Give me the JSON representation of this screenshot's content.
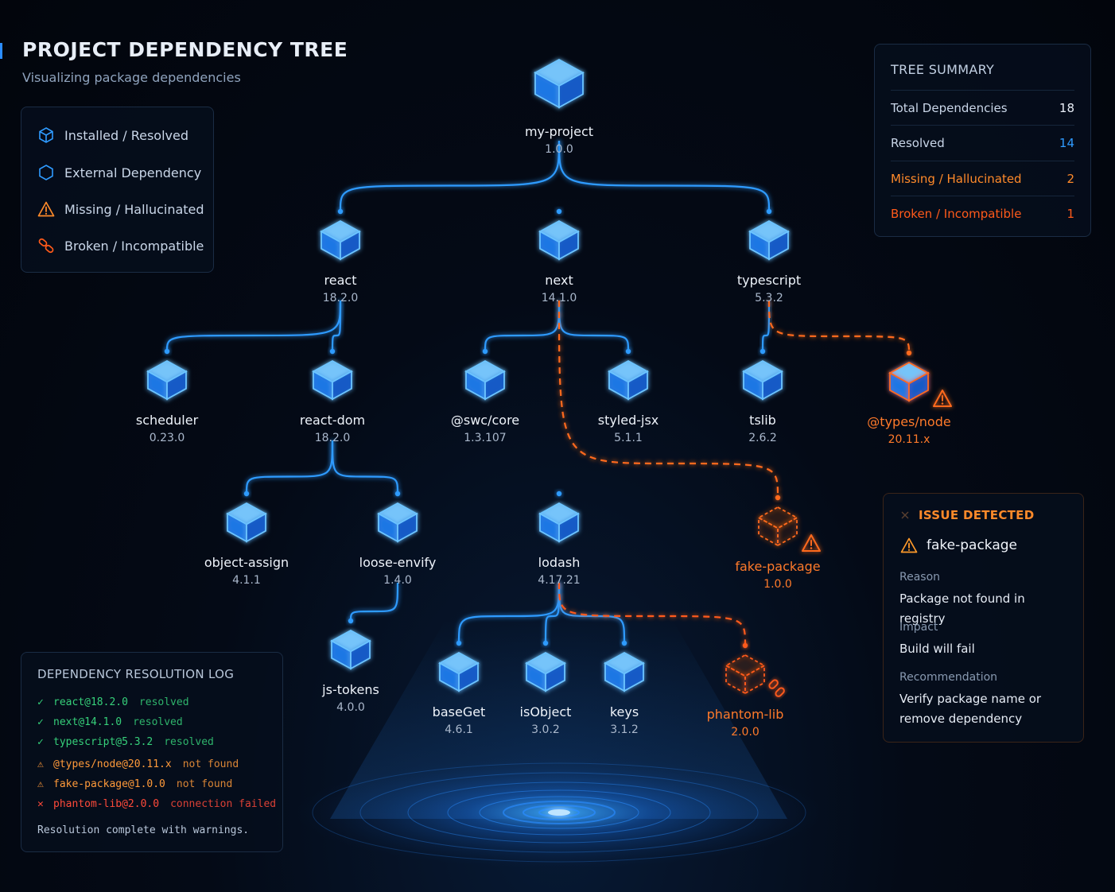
{
  "header": {
    "title": "PROJECT DEPENDENCY TREE",
    "subtitle": "Visualizing package dependencies"
  },
  "legend": {
    "items": [
      {
        "label": "Installed / Resolved",
        "icon": "cube-icon"
      },
      {
        "label": "External Dependency",
        "icon": "hexagon-icon"
      },
      {
        "label": "Missing / Hallucinated",
        "icon": "warning-icon"
      },
      {
        "label": "Broken / Incompatible",
        "icon": "broken-link-icon"
      }
    ]
  },
  "summary": {
    "title": "TREE SUMMARY",
    "rows": [
      {
        "label": "Total Dependencies",
        "value": "18"
      },
      {
        "label": "Resolved",
        "value": "14"
      },
      {
        "label": "Missing / Hallucinated",
        "value": "2"
      },
      {
        "label": "Broken / Incompatible",
        "value": "1"
      }
    ]
  },
  "issue": {
    "title": "ISSUE DETECTED",
    "package": "fake-package",
    "reason_label": "Reason",
    "reason": "Package not found in registry",
    "impact_label": "Impact",
    "impact": "Build will fail",
    "recommendation_label": "Recommendation",
    "recommendation": "Verify package name or remove dependency"
  },
  "log": {
    "title": "DEPENDENCY RESOLUTION LOG",
    "entries": [
      {
        "status": "ok",
        "package": "react@18.2.0",
        "message": "resolved"
      },
      {
        "status": "ok",
        "package": "next@14.1.0",
        "message": "resolved"
      },
      {
        "status": "ok",
        "package": "typescript@5.3.2",
        "message": "resolved"
      },
      {
        "status": "warn",
        "package": "@types/node@20.11.x",
        "message": "not found"
      },
      {
        "status": "warn",
        "package": "fake-package@1.0.0",
        "message": "not found"
      },
      {
        "status": "error",
        "package": "phantom-lib@2.0.0",
        "message": "connection failed"
      }
    ],
    "footer": "Resolution complete with warnings."
  },
  "tree": {
    "nodes": [
      {
        "id": "my-project",
        "name": "my-project",
        "version": "1.0.0",
        "status": "resolved"
      },
      {
        "id": "react",
        "name": "react",
        "version": "18.2.0",
        "status": "resolved"
      },
      {
        "id": "next",
        "name": "next",
        "version": "14.1.0",
        "status": "resolved"
      },
      {
        "id": "typescript",
        "name": "typescript",
        "version": "5.3.2",
        "status": "resolved"
      },
      {
        "id": "scheduler",
        "name": "scheduler",
        "version": "0.23.0",
        "status": "resolved"
      },
      {
        "id": "react-dom",
        "name": "react-dom",
        "version": "18.2.0",
        "status": "resolved"
      },
      {
        "id": "swc-core",
        "name": "@swc/core",
        "version": "1.3.107",
        "status": "resolved"
      },
      {
        "id": "styled-jsx",
        "name": "styled-jsx",
        "version": "5.1.1",
        "status": "resolved"
      },
      {
        "id": "tslib",
        "name": "tslib",
        "version": "2.6.2",
        "status": "resolved"
      },
      {
        "id": "types-node",
        "name": "@types/node",
        "version": "20.11.x",
        "status": "missing"
      },
      {
        "id": "object-assign",
        "name": "object-assign",
        "version": "4.1.1",
        "status": "resolved"
      },
      {
        "id": "loose-envify",
        "name": "loose-envify",
        "version": "1.4.0",
        "status": "resolved"
      },
      {
        "id": "lodash",
        "name": "lodash",
        "version": "4.17.21",
        "status": "resolved"
      },
      {
        "id": "fake-package",
        "name": "fake-package",
        "version": "1.0.0",
        "status": "missing"
      },
      {
        "id": "js-tokens",
        "name": "js-tokens",
        "version": "4.0.0",
        "status": "resolved"
      },
      {
        "id": "baseGet",
        "name": "baseGet",
        "version": "4.6.1",
        "status": "resolved"
      },
      {
        "id": "isObject",
        "name": "isObject",
        "version": "3.0.2",
        "status": "resolved"
      },
      {
        "id": "keys",
        "name": "keys",
        "version": "3.1.2",
        "status": "resolved"
      },
      {
        "id": "phantom-lib",
        "name": "phantom-lib",
        "version": "2.0.0",
        "status": "broken"
      }
    ],
    "edges": [
      {
        "from": "my-project",
        "to": "react",
        "status": "resolved"
      },
      {
        "from": "my-project",
        "to": "next",
        "status": "resolved"
      },
      {
        "from": "my-project",
        "to": "typescript",
        "status": "resolved"
      },
      {
        "from": "react",
        "to": "scheduler",
        "status": "resolved"
      },
      {
        "from": "react",
        "to": "react-dom",
        "status": "resolved"
      },
      {
        "from": "next",
        "to": "swc-core",
        "status": "resolved"
      },
      {
        "from": "next",
        "to": "styled-jsx",
        "status": "resolved"
      },
      {
        "from": "next",
        "to": "lodash",
        "status": "resolved"
      },
      {
        "from": "next",
        "to": "fake-package",
        "status": "missing"
      },
      {
        "from": "typescript",
        "to": "tslib",
        "status": "resolved"
      },
      {
        "from": "typescript",
        "to": "types-node",
        "status": "missing"
      },
      {
        "from": "react-dom",
        "to": "object-assign",
        "status": "resolved"
      },
      {
        "from": "react-dom",
        "to": "loose-envify",
        "status": "resolved"
      },
      {
        "from": "loose-envify",
        "to": "js-tokens",
        "status": "resolved"
      },
      {
        "from": "lodash",
        "to": "baseGet",
        "status": "resolved"
      },
      {
        "from": "lodash",
        "to": "isObject",
        "status": "resolved"
      },
      {
        "from": "lodash",
        "to": "keys",
        "status": "resolved"
      },
      {
        "from": "lodash",
        "to": "phantom-lib",
        "status": "broken"
      }
    ]
  },
  "colors": {
    "resolved": "#2f9bff",
    "missing": "#ff6a1f",
    "broken": "#ff5a1a",
    "count_resolved": "#2f9bff",
    "count_warn": "#ff8a2a",
    "count_broken": "#ff5a1a",
    "log_ok": "#36d07a",
    "log_warn": "#ff9a3a",
    "log_error": "#ff4a3a"
  }
}
